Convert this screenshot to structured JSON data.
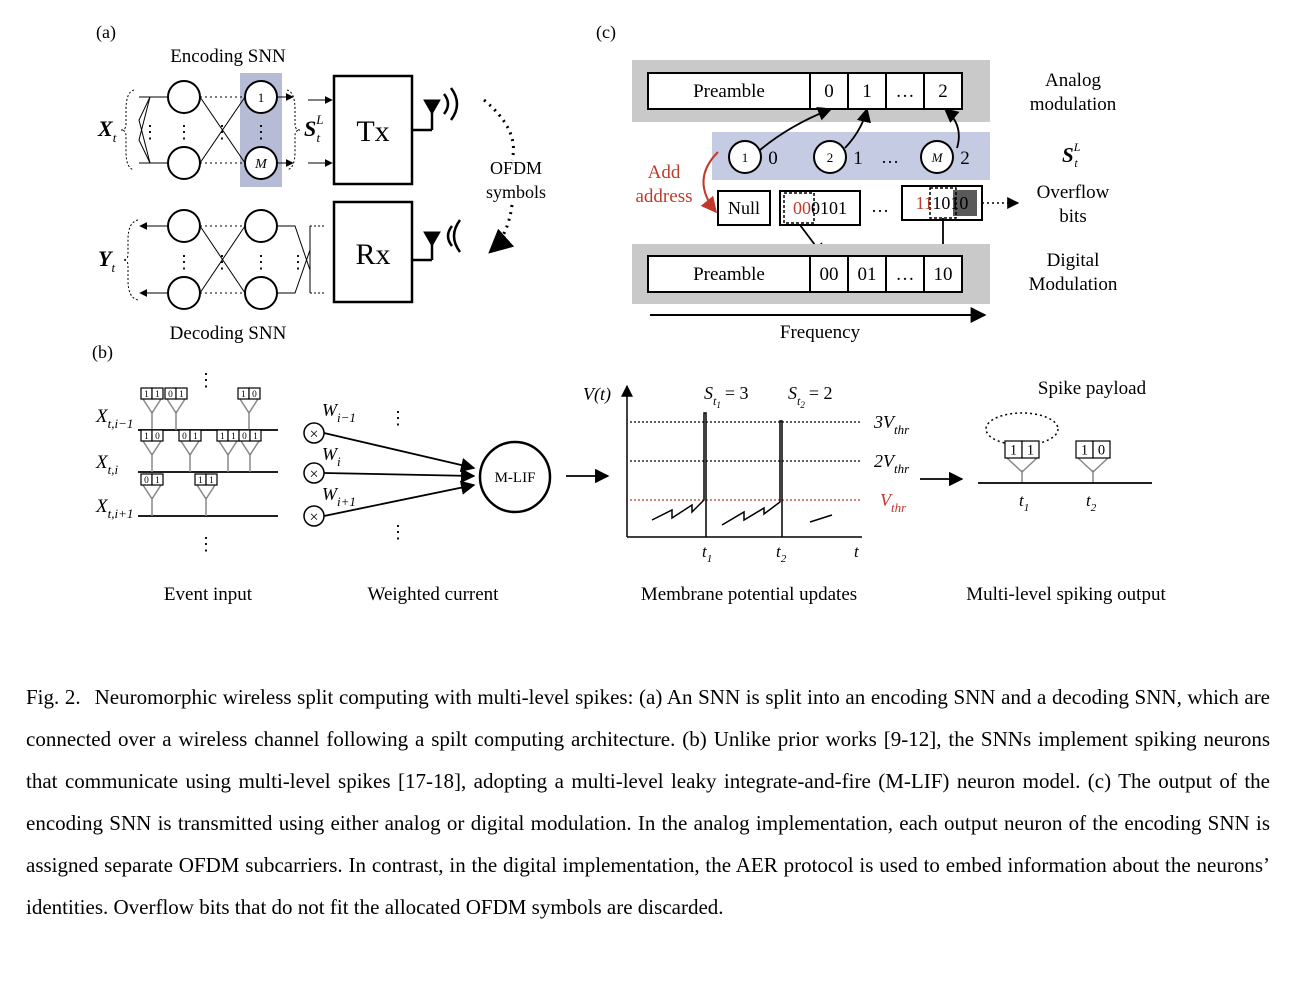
{
  "panel_a": {
    "label": "(a)",
    "encoding_title": "Encoding SNN",
    "decoding_title": "Decoding SNN",
    "x_input": "X",
    "x_input_sub": "t",
    "y_output": "Y",
    "y_output_sub": "t",
    "spike_symbol": "S",
    "spike_sup": "L",
    "spike_sub": "t",
    "neuron_top": "1",
    "neuron_bottom": "M",
    "tx": "Tx",
    "rx": "Rx",
    "ofdm_line1": "OFDM",
    "ofdm_line2": "symbols"
  },
  "panel_b": {
    "label": "(b)",
    "rows": [
      {
        "x": "X",
        "sub": "t,i−1"
      },
      {
        "x": "X",
        "sub": "t,i"
      },
      {
        "x": "X",
        "sub": "t,i+1"
      }
    ],
    "payload_tokens": [
      "1",
      "0"
    ],
    "weights": [
      {
        "w": "W",
        "sub": "i−1"
      },
      {
        "w": "W",
        "sub": "i"
      },
      {
        "w": "W",
        "sub": "i+1"
      }
    ],
    "neuron": "M-LIF",
    "vt_label": "V(t)",
    "s1_label": "S",
    "s1_sub": "t",
    "s1_subsub": "1",
    "s1_value": "= 3",
    "s2_label": "S",
    "s2_sub": "t",
    "s2_subsub": "2",
    "s2_value": "= 2",
    "thr3_coef": "3V",
    "thr2_coef": "2V",
    "thr1_coef": "V",
    "thr_sub": "thr",
    "t_label": "t",
    "t1": "1",
    "t2": "2",
    "payload_title": "Spike payload",
    "captions": [
      "Event input",
      "Weighted current",
      "Membrane potential updates",
      "Multi-level spiking output"
    ]
  },
  "panel_c": {
    "label": "(c)",
    "preamble": "Preamble",
    "analog_cells": [
      "0",
      "1",
      "…",
      "2"
    ],
    "analog_label_1": "Analog",
    "analog_label_2": "modulation",
    "neurons": [
      {
        "id": "1",
        "value": "0"
      },
      {
        "id": "2",
        "value": "1"
      },
      {
        "id": "M",
        "value": "2"
      }
    ],
    "neuron_dots": "…",
    "spike_symbol": "S",
    "spike_sup": "L",
    "spike_sub": "t",
    "add_address_1": "Add",
    "add_address_2": "address",
    "null": "Null",
    "bits_a_red": "00",
    "bits_a_tail": "0101",
    "bits_dots": "…",
    "bits_b_red": "11",
    "bits_b_mid": "10",
    "bits_b_tail": "10",
    "overflow_1": "Overflow",
    "overflow_2": "bits",
    "digital_cells": [
      "00",
      "01",
      "…",
      "10"
    ],
    "digital_label_1": "Digital",
    "digital_label_2": "Modulation",
    "frequency": "Frequency"
  },
  "caption": {
    "lead": "Fig. 2.",
    "text": "Neuromorphic wireless split computing with multi-level spikes: (a) An SNN is split into an encoding SNN and a decoding SNN, which are connected over a wireless channel following a spilt computing architecture. (b) Unlike prior works [9-12], the SNNs implement spiking neurons that communicate using multi-level spikes [17-18], adopting a multi-level leaky integrate-and-fire (M-LIF) neuron model. (c) The output of the encoding SNN is transmitted using either analog or digital modulation. In the analog implementation, each output neuron of the encoding SNN is assigned separate OFDM subcarriers. In contrast, in the digital implementation, the AER protocol is used to embed information about the neurons’ identities. Overflow bits that do not fit the allocated OFDM symbols are discarded."
  },
  "colors": {
    "accent_red": "#c0392b",
    "band_gray": "#c9c9c9",
    "band_blue": "#c5cbe3",
    "neuron_highlight": "#b7bcd6",
    "overflow_dark": "#5a5a5a"
  }
}
